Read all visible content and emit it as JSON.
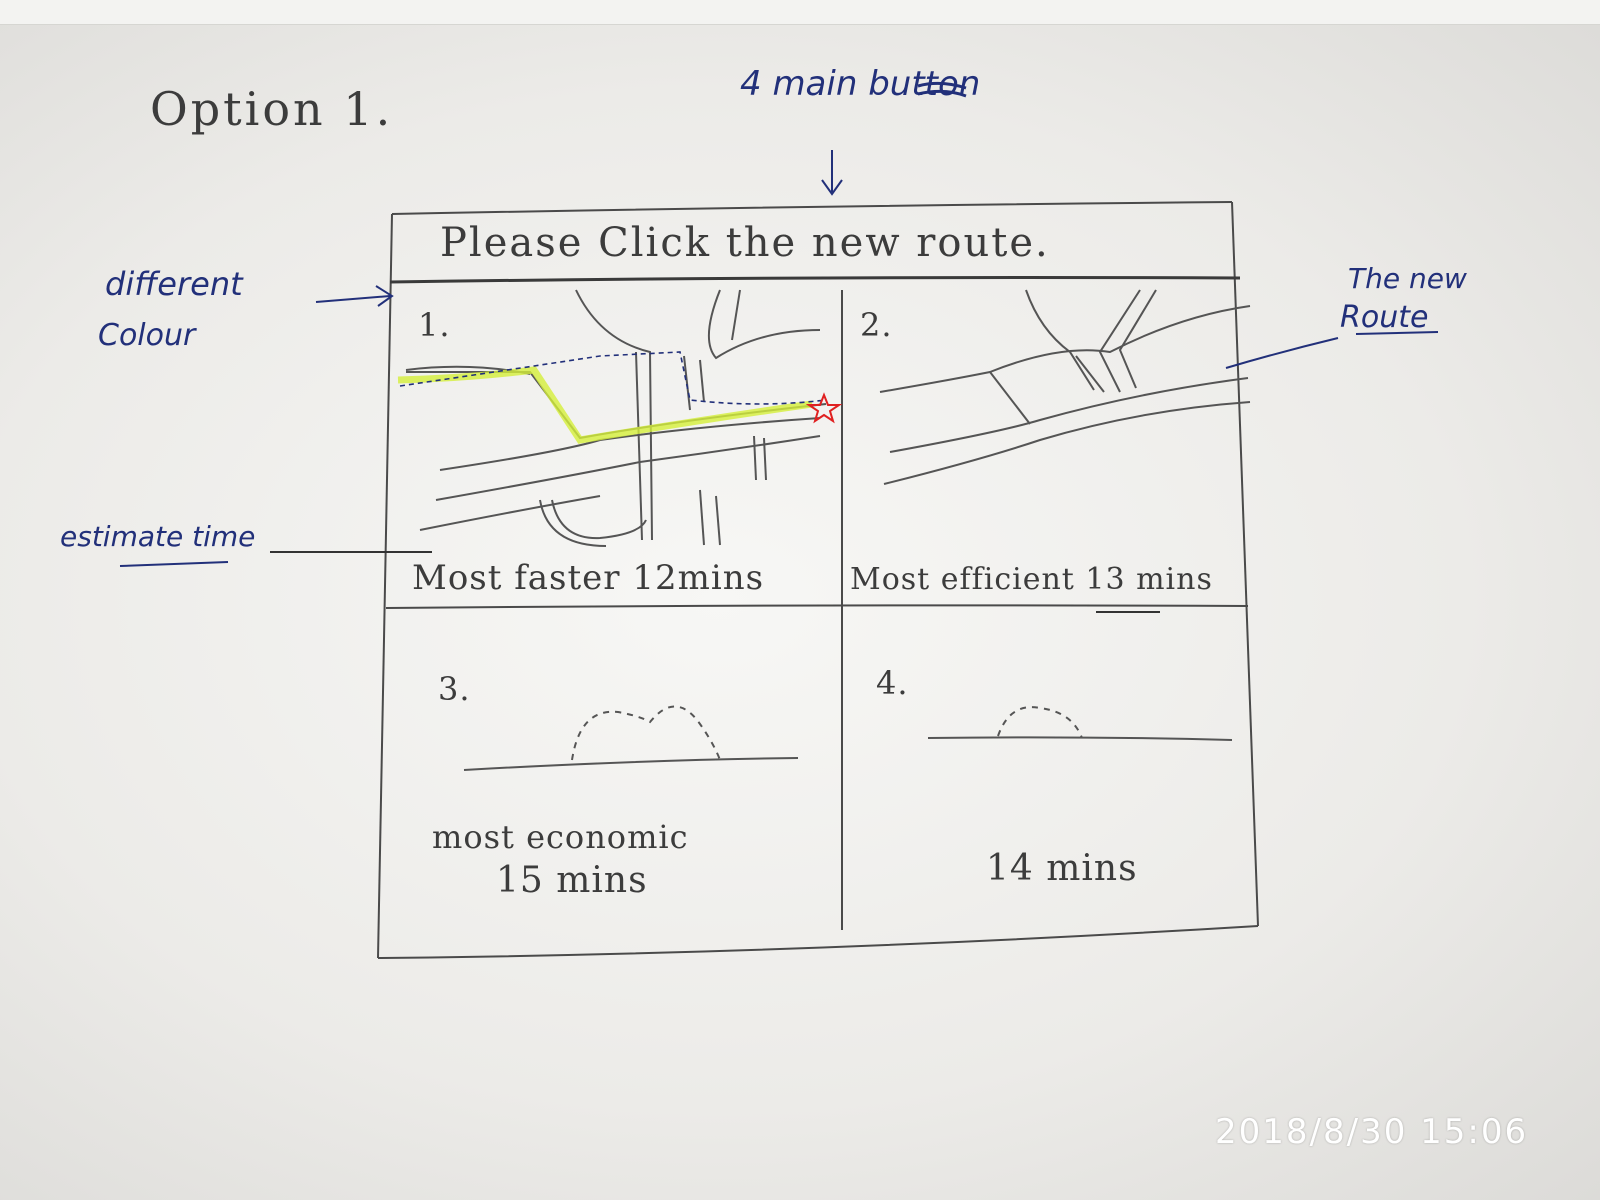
{
  "annotations": {
    "option_title": "Option 1.",
    "top_note": "4 main button",
    "left_note_line1": "different",
    "left_note_line2": "Colour",
    "right_note_line1": "The new",
    "right_note_line2": "Route",
    "estimate_note": "estimate time"
  },
  "screen": {
    "instruction": "Please Click the new route.",
    "options": [
      {
        "number": "1.",
        "label": "Most faster 12mins"
      },
      {
        "number": "2.",
        "label": "Most efficient 13 mins"
      },
      {
        "number": "3.",
        "label": "most economic",
        "time": "15 mins"
      },
      {
        "number": "4.",
        "time": "14 mins"
      }
    ]
  },
  "colors": {
    "pencil": "#4a4a4a",
    "pen": "#22307a",
    "highlight": "#d4ef3a",
    "destination_star": "#e02020"
  },
  "icons": {
    "destination": "star-icon",
    "annotation_arrow": "arrow-icon"
  },
  "timestamp": "2018/8/30  15:06"
}
